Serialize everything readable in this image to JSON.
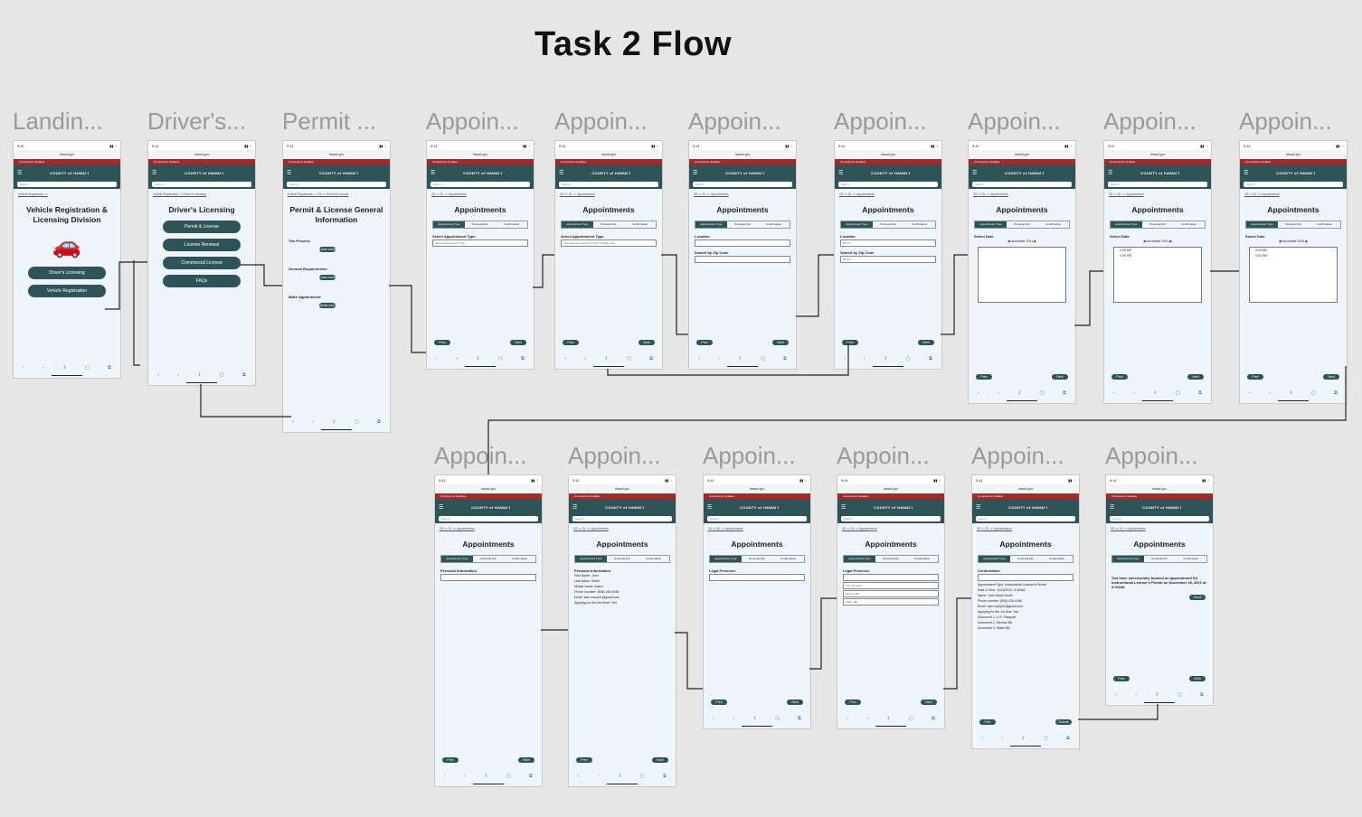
{
  "title": "Task 2 Flow",
  "status_time": "9:41",
  "url": "hawaii.gov",
  "banner": "Coronavirus Updates",
  "logo": "COUNTY of HAWAI'I",
  "search_placeholder": "Search...",
  "appointments_title": "Appointments",
  "steps": [
    "Appointment Type",
    "Personal Info",
    "Confirmation"
  ],
  "screens": [
    {
      "label": "Landin...",
      "crumb": "Vehicle Registration >>",
      "title": "Vehicle Registration & Licensing Division",
      "buttons": [
        "Driver's Licensing",
        "Vehicle Registration"
      ]
    },
    {
      "label": "Driver's...",
      "crumb": "Vehicle Registration >> Driver's Licensing",
      "title": "Driver's Licensing",
      "buttons": [
        "Permit & License",
        "License Renewal",
        "Commercial License",
        "FAQs"
      ]
    },
    {
      "label": "Permit ...",
      "crumb": "Vehicle Registration >> DL >> Permit & License",
      "title": "Permit & License General Information",
      "sections": [
        "The Process",
        "General Requirements",
        "Make Appointment"
      ]
    },
    {
      "label": "Appoin...",
      "field": "Select Appointment Type",
      "value": "Select Appointment Type"
    },
    {
      "label": "Appoin...",
      "field": "Select Appointment Type",
      "value": "Instructional Learner's Permit / Written Test"
    },
    {
      "label": "Appoin...",
      "field": "Location",
      "field2": "Search by Zip Code"
    },
    {
      "label": "Appoin...",
      "field": "Location",
      "field2": "Search by Zip Code",
      "value": "96721"
    },
    {
      "label": "Appoin...",
      "field": "Select Date",
      "month": "November 2021"
    },
    {
      "label": "Appoin...",
      "field": "Select Date",
      "month": "November 2021",
      "times": [
        "9:30 AM",
        "2:00 PM"
      ]
    },
    {
      "label": "Appoin...",
      "field": "Select Date",
      "month": "November 2021",
      "times": [
        "9:30 AM",
        "2:00 PM"
      ]
    },
    {
      "label": "Appoin...",
      "field": "Personal Information"
    },
    {
      "label": "Appoin...",
      "field": "Personal Information",
      "first": "John",
      "last": "Smith",
      "middle": "Adam",
      "phone": "(808) 439-9186",
      "email": "sam.rossa01@gmail.com",
      "first_time": "Yes"
    },
    {
      "label": "Appoin...",
      "field": "Legal Presence"
    },
    {
      "label": "Appoin...",
      "field": "Legal Presence",
      "docs": [
        "U.S. Passport",
        "Electric Bill",
        "Water Bill"
      ]
    },
    {
      "label": "Appoin...",
      "field": "Confirmation",
      "lines": [
        "Appointment Type: Instructional Learner's Permit",
        "Date & Time: 11/18/2021, 9:30AM",
        "Name: John Adam Smith",
        "Phone number: (808) 439-9186",
        "Email: sam.rossa01@gmail.com",
        "Applying for the 1st time: Yes",
        "Document 1: U.S. Passport",
        "Document 2: Electric Bill",
        "Document 3: Water Bill"
      ]
    },
    {
      "label": "Appoin...",
      "message": "You have successfully booked an appointment for Instructional Learner's Permit on November 18, 2021 at 9:30AM.",
      "button": "Home"
    }
  ],
  "labels": {
    "prev": "Prev",
    "next": "Next",
    "submit": "Submit",
    "learn_more": "Learn more",
    "book_now": "Book now"
  }
}
